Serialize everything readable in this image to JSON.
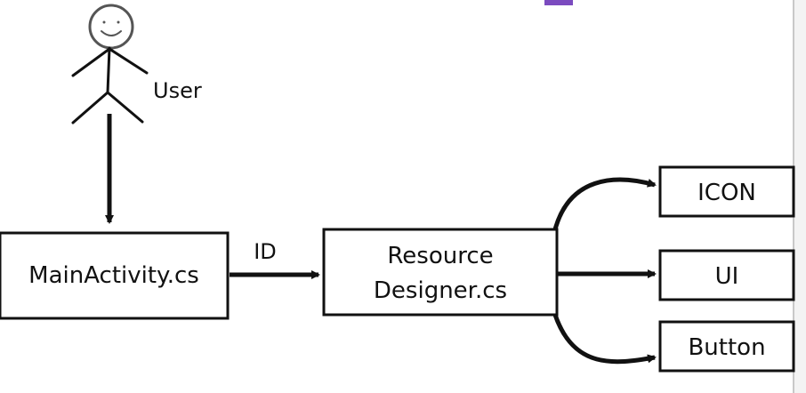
{
  "diagram": {
    "user_label": "User",
    "edge_label": "ID",
    "main_activity": "MainActivity.cs",
    "resource_line1": "Resource",
    "resource_line2": "Designer.cs",
    "outputs": {
      "icon": "ICON",
      "ui": "UI",
      "button": "Button"
    }
  },
  "colors": {
    "stroke": "#111111",
    "background": "#ffffff",
    "top_bar_accent": "#7b4bbf",
    "frame_border": "#c8c8c8"
  }
}
